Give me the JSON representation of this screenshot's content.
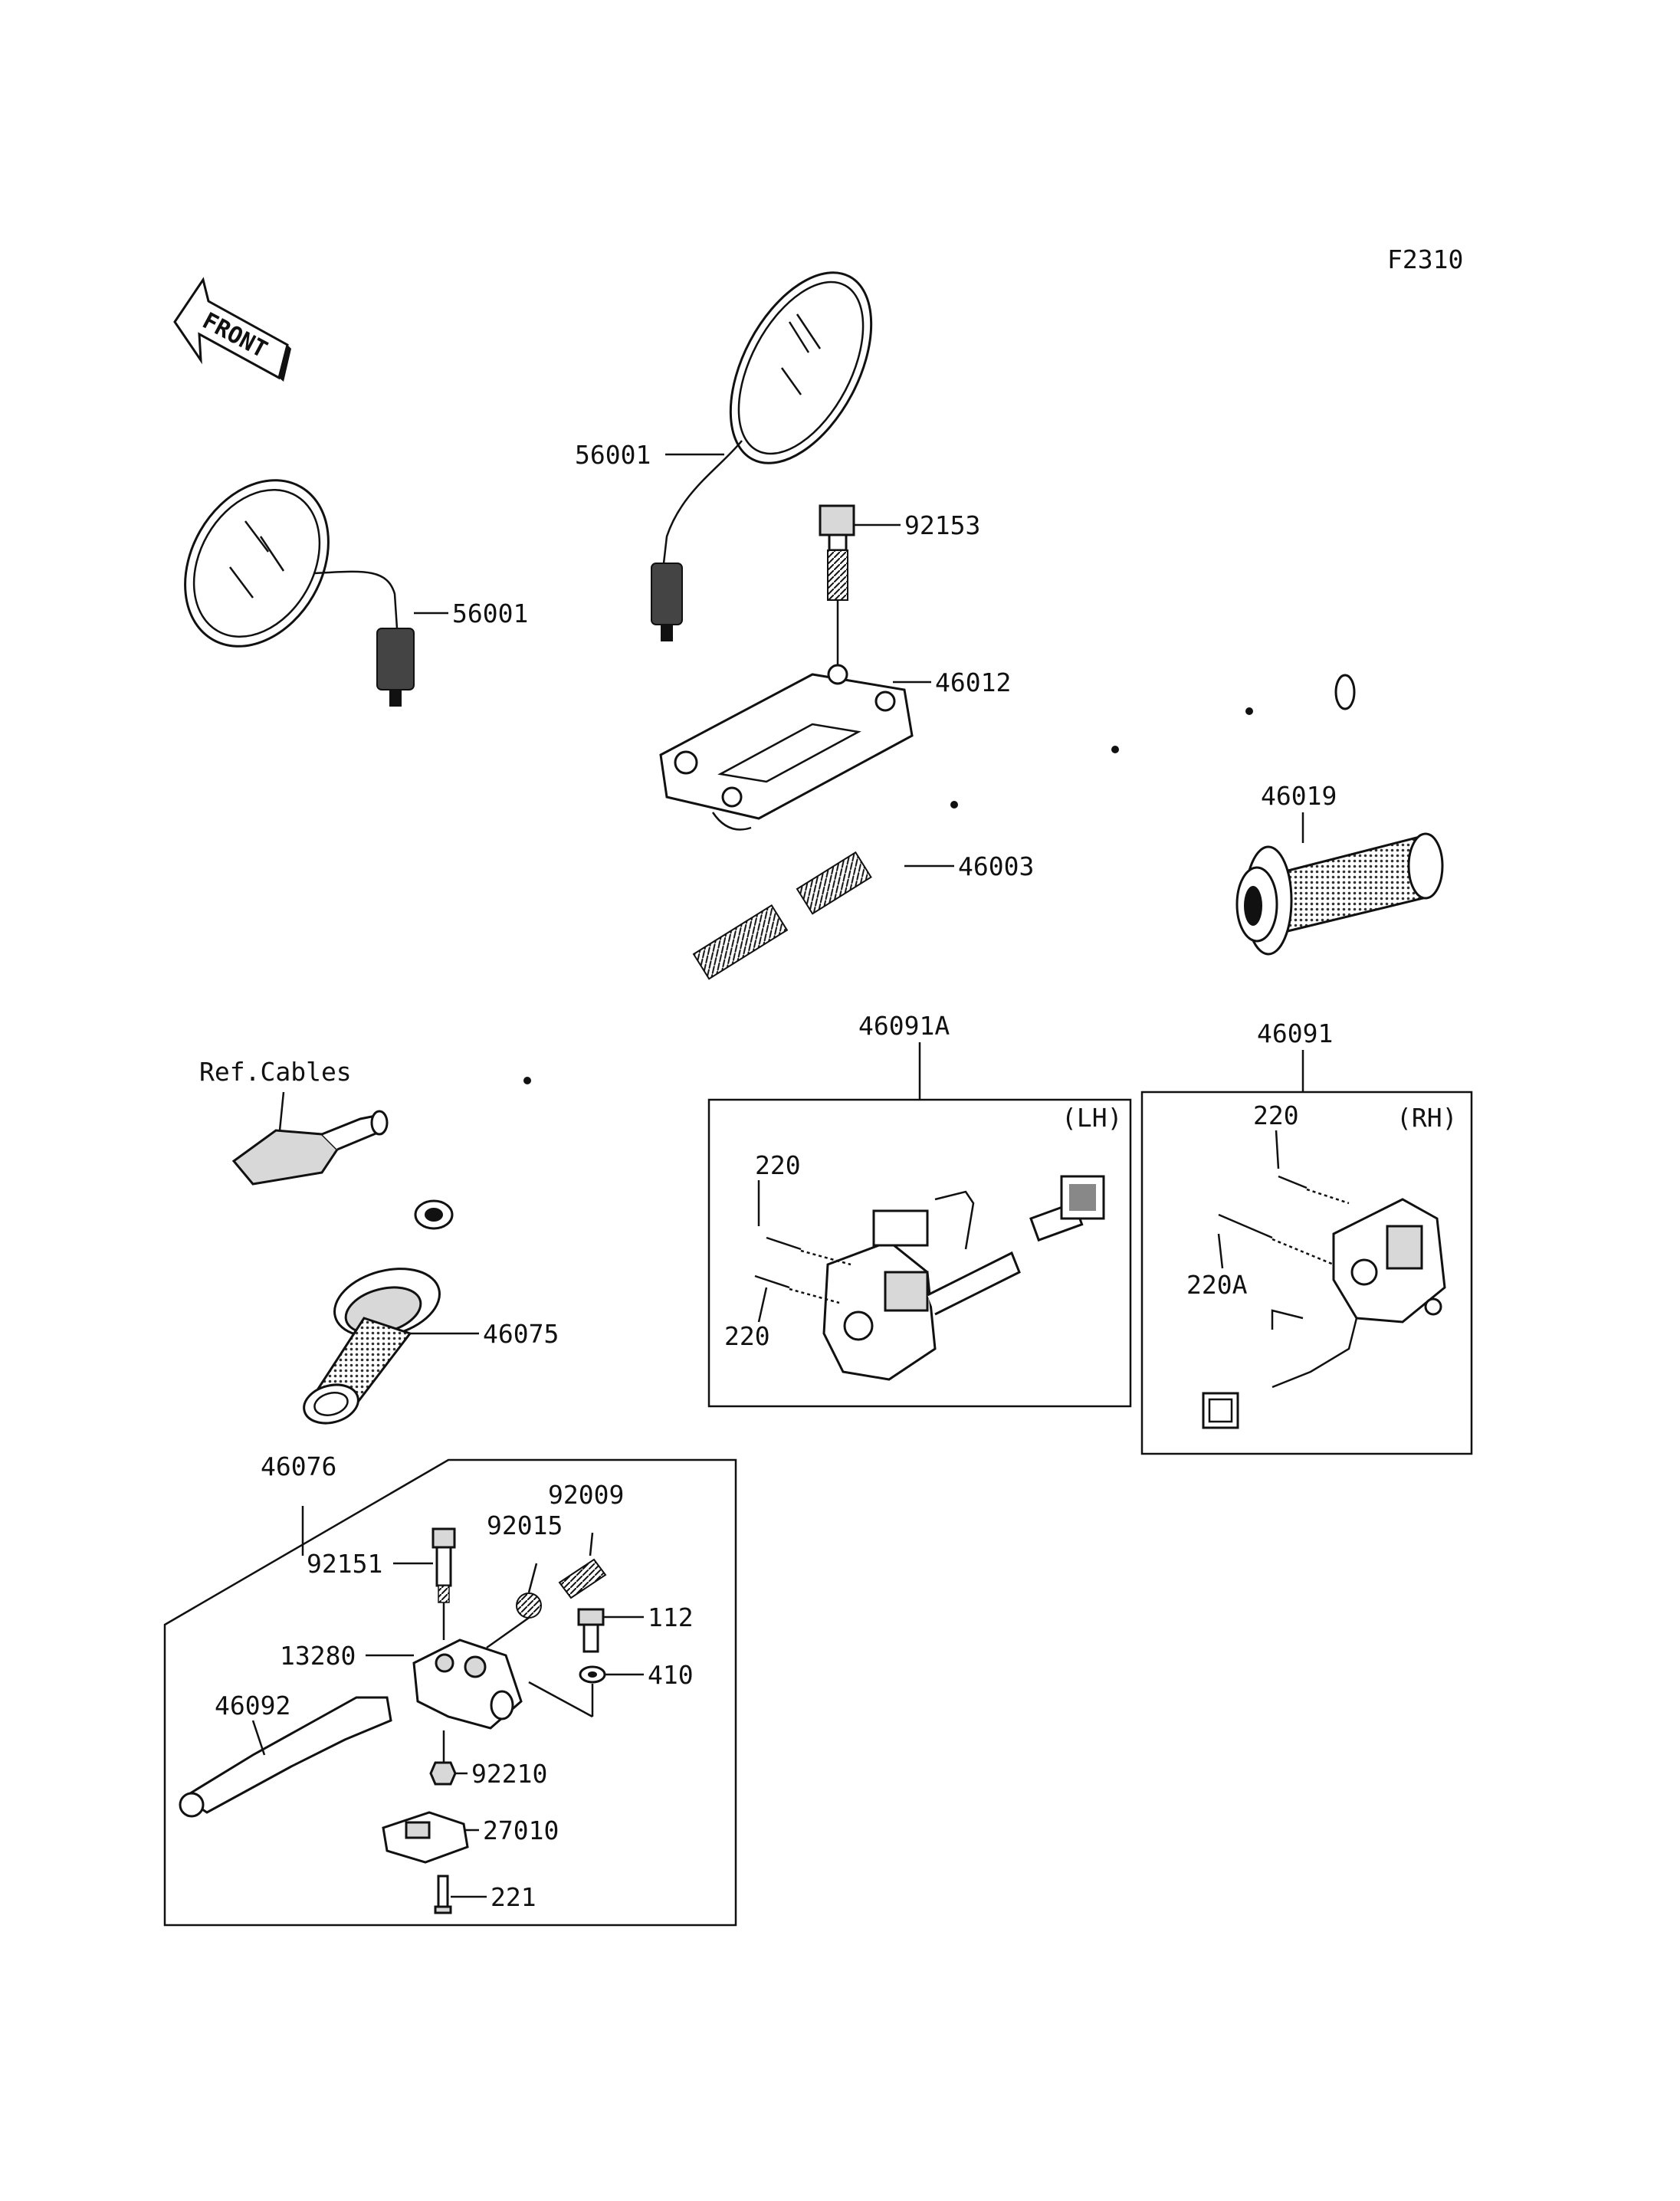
{
  "diagram": {
    "figure_code": "F2310",
    "front_label": "FRONT",
    "ref_cables": "Ref.Cables",
    "labels": {
      "mirror_right": "56001",
      "mirror_left": "56001",
      "bolt_top": "92153",
      "holder": "46012",
      "handlebar": "46003",
      "grip_right": "46019",
      "grip_left": "46075",
      "switch_lh": "46091A",
      "switch_rh": "46091",
      "lh_tag": "(LH)",
      "rh_tag": "(RH)",
      "lh_screw_top": "220",
      "lh_screw_bottom": "220",
      "rh_screw_top": "220",
      "rh_screw_long": "220A",
      "lever_assy": "46076",
      "bolt_lever": "92151",
      "collar": "92015",
      "adjuster": "92009",
      "screw_112": "112",
      "washer_410": "410",
      "bracket": "13280",
      "lever": "46092",
      "nut": "92210",
      "switch_27010": "27010",
      "screw_221": "221"
    }
  }
}
